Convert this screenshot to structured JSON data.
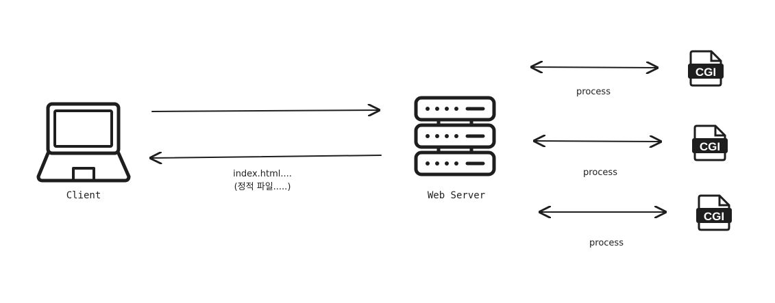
{
  "client": {
    "label": "Client"
  },
  "server": {
    "label": "Web Server"
  },
  "response": {
    "line1": "index.html....",
    "line2": "(정적 파일.....)"
  },
  "cgi_icon_text": "CGI",
  "processes": [
    {
      "label": "process",
      "cgi": "CGI"
    },
    {
      "label": "process",
      "cgi": "CGI"
    },
    {
      "label": "process",
      "cgi": "CGI"
    }
  ]
}
